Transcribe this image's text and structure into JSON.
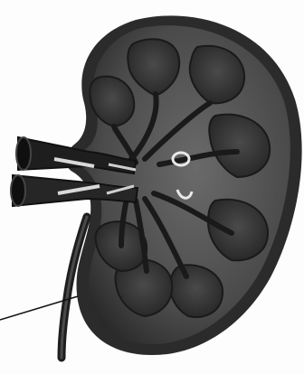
{
  "figure": {
    "subject": "kidney-cross-section",
    "style": "grayscale-scanned-illustration",
    "labels": [],
    "colors": {
      "capsule": "#2b2b2b",
      "cortex": "#4a4a4a",
      "medulla": "#5c5c5c",
      "pyramid": "#3a3a3a",
      "vessel": "#1e1e1e",
      "highlight": "#e8e8e8",
      "paper": "#fdfdfd"
    },
    "pointer_lines": 1
  }
}
